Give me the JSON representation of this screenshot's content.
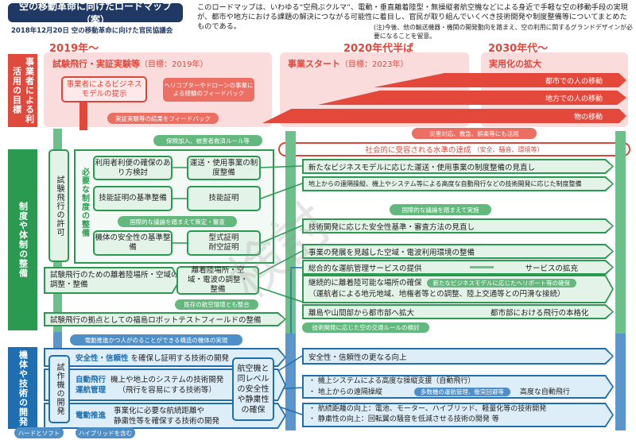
{
  "header": {
    "title": "空の移動革命に向けたロードマップ（案）",
    "subtitle": "2018年12月20日 空の移動革命に向けた官民協議会",
    "description": "このロードマップは、いわゆる“空飛ぶクルマ”、電動・垂直離着陸型・無操縦者航空機などによる身近で手軽な空の移動手段の実現が、都市や地方における課題の解決につながる可能性に着目し、官民が取り組んでいくべき技術開発や制度整備等についてまとめたものである。",
    "note": "(注)今後、他の輸送機器・機関の開発動向を踏まえ、空の利用に関するグランドデザインが必要になることを留意。"
  },
  "years": [
    "2019年〜",
    "2020年代半ば",
    "2030年代〜"
  ],
  "sections": {
    "business": "事業者による利活用の目標",
    "system": "制度や体制の整備",
    "tech": "機体や技術の開発"
  },
  "business": {
    "phase1": "試験飛行・実証実験等",
    "phase1_target": "（目標：2019年）",
    "phase2": "事業スタート",
    "phase2_target": "（目標：2023年）",
    "phase3": "実用化の拡大",
    "proposal": "事業者によるビジネスモデルの提示",
    "feedback_heli": "ヘリコプターやドローンの事業による経験のフィードバック",
    "feedback_results": "実証実験等の結果をフィードバック",
    "arrows": [
      "都市での人の移動",
      "地方での人の移動",
      "物の移動"
    ],
    "disaster": "災害対応、救急、娯楽等にも活用",
    "acceptance": "社会的に受容される水準の達成",
    "acceptance_note": "（安全、騒音、環境等）"
  },
  "system": {
    "insurance": "保険加入、被害者救済ルール等",
    "test_permit": "試験飛行の許可",
    "required": "必要な制度の整備",
    "boxes": [
      "利用者利便の確保のあり方検討",
      "運送・使用事業の制度整備",
      "技能証明の基準整備",
      "技能証明",
      "機体の安全性の基準整備",
      "型式証明 耐空証明"
    ],
    "intl": "国際的な議論を踏まえて策定・審査",
    "landing_test": "試験飛行のための離着陸場所・空域の調整・整備",
    "landing": "離着陸場所・空域・電波の調整・整備",
    "existing": "既存の航空環境とも整合",
    "fukushima": "試験飛行の拠点としての福島ロボットテストフィールドの整備",
    "rows": [
      "新たなビジネスモデルに応じた運送・使用事業の制度整備の見直し",
      "地上からの遠隔操縦、機上やシステム等による高度な自動飛行などの技術開発に応じた制度整備",
      "技術開発に応じた安全性基準・審査方法の見直し",
      "事業の発展を見越した空域・電波利用環境の整備",
      "総合的な運航管理サービスの提供",
      "継続的に離着陸可能な場所の確保",
      "（運航者による地元地域、地権者等との調整、陸上交通等との円滑な接続）",
      "離島や山間部から都市部へ拡大"
    ],
    "intl2": "国際的な議論を踏まえて実施",
    "service_expand": "サービスの拡充",
    "heliport": "新たなビジネスモデルに応じたヘリポート等の確保",
    "urban": "都市部における飛行の本格化",
    "traffic_rules": "技術開発に応じた空の交通ルールの検討"
  },
  "tech": {
    "realize": "電動推進かつ人がのることができる構造の機体の実現",
    "prototype": "試作機の開発",
    "safety_kw": "安全性・信頼性",
    "safety_rest": "を確保し証明する技術の開発",
    "auto_kw1": "自動飛行",
    "auto_kw2": "運航管理",
    "auto_rest1": "機上や地上のシステムの技術開発",
    "auto_rest2": "（飛行を容易にする技術等）",
    "elec_kw": "電動推進",
    "elec_rest1": "事業化に必要な航続距離や",
    "elec_rest2": "静粛性等を確保する技術の開発",
    "aircraft_level": "航空機と同レベルの安全性や静粛性の確保",
    "hard_soft": "ハードとソフト",
    "hybrid": "ハイブリッドを含む",
    "r_safety": "安全性・信頼性の更なる向上",
    "r_auto1": "・ 機上システムによる高度な操縦支援（自動飛行）",
    "r_auto2": "・ 地上からの遠隔操縦",
    "r_multi": "多数機の運航管理、衝突回避等",
    "r_advanced": "高度な自動飛行",
    "r_elec1": "・ 航続距離の向上：電池、モーター、ハイブリッド、軽量化等の技術開発",
    "r_elec2": "・ 静粛性の向上：回転翼の騒音を低減させる技術の開発 等"
  }
}
